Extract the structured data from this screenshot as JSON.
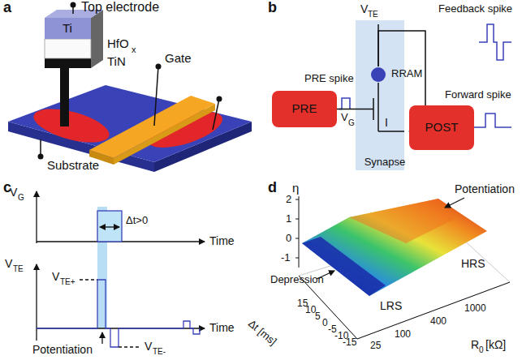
{
  "diagram": {
    "nodes": [
      {
        "text": [
          "PRE"
        ]
      },
      {
        "text": [
          "Synapse"
        ]
      },
      {
        "text": [
          "RRAM"
        ],
        "in": 1
      },
      {
        "text": [
          "POST"
        ]
      }
    ],
    "edges": [
      {
        "from": 0,
        "to": 1,
        "arrow": "none"
      },
      {
        "from": 1,
        "to": 3,
        "arrow": "to",
        "label": "I"
      },
      {
        "from": 3,
        "to": 2,
        "arrow": "none"
      }
    ],
    "labels": [
      "a",
      "Top electrode",
      "Ti",
      "HfO",
      "x",
      "TiN",
      "Gate",
      "Substrate",
      "b",
      "V",
      "TE",
      "PRE spike",
      "Feedback spike",
      "Forward spike",
      "V",
      "G",
      "c",
      "V",
      "G",
      "Δt>0",
      "Time",
      "V",
      "TE",
      "V",
      "TE+",
      "Time",
      "V",
      "TE-",
      "Potentiation",
      "d",
      "η",
      "2",
      "1",
      "0",
      "-1",
      "Potentiation",
      "Depression",
      "LRS",
      "HRS",
      "15",
      "10",
      "5",
      "0",
      "-5",
      "-10",
      "-15",
      "Δt [ms]",
      "25",
      "100",
      "400",
      "1000",
      "R",
      "0",
      "[kΩ]"
    ]
  }
}
